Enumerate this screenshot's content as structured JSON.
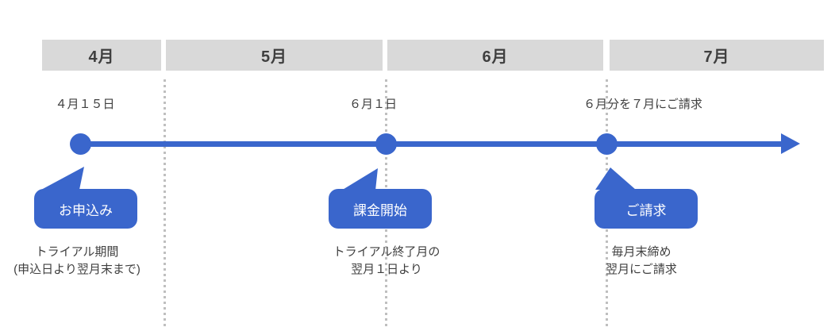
{
  "colors": {
    "accent_blue": "#3A66CC",
    "month_bar_bg": "#D9D9D9",
    "month_bar_text": "#3F3F3F",
    "divider_dotted": "#BFBFBF",
    "body_text": "#3F3F3F",
    "bubble_text": "#FFFFFF"
  },
  "months": [
    {
      "label": "4月"
    },
    {
      "label": "5月"
    },
    {
      "label": "6月"
    },
    {
      "label": "7月"
    }
  ],
  "events": [
    {
      "date": "４月１５日",
      "bubble": "お申込み",
      "caption": [
        "トライアル期間",
        "(申込日より翌月末まで)"
      ]
    },
    {
      "date": "６月１日",
      "bubble": "課金開始",
      "caption": [
        "トライアル終了月の",
        "翌月１日より"
      ]
    },
    {
      "date": "６月分を７月にご請求",
      "bubble": "ご請求",
      "caption": [
        "毎月末締め",
        "翌月にご請求"
      ]
    }
  ]
}
